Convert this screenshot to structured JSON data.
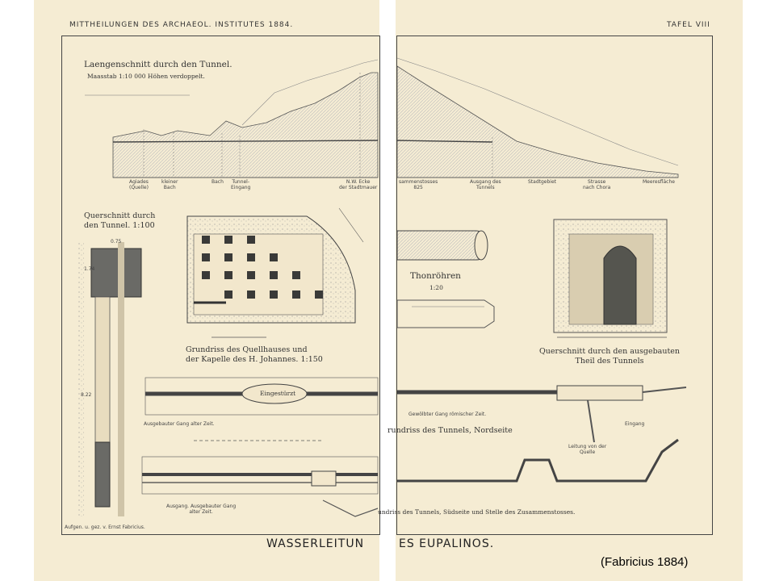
{
  "header": {
    "left": "MITTHEILUNGEN DES ARCHAEOL. INSTITUTES 1884.",
    "right": "TAFEL VIII"
  },
  "section": {
    "title": "Laengenschnitt durch den Tunnel.",
    "scale": "Maasstab 1:10 000 Höhen verdoppelt."
  },
  "profile_labels": [
    {
      "id": "agiades",
      "text": "Agiades\n(Quelle)"
    },
    {
      "id": "kleiner-bach",
      "text": "kleiner\nBach"
    },
    {
      "id": "bach",
      "text": "Bach"
    },
    {
      "id": "tunnel-eingang",
      "text": "Tunnel-\nEingang"
    },
    {
      "id": "nw-ecke",
      "text": "N.W. Ecke\nder Stadtmauer"
    },
    {
      "id": "zusammenstoss",
      "text": "sammenstosses\n825"
    },
    {
      "id": "ausgang",
      "text": "Ausgang des\nTunnels"
    },
    {
      "id": "stadtgebiet",
      "text": "Stadtgebiet"
    },
    {
      "id": "strasse",
      "text": "Strasse\nnach Chora"
    },
    {
      "id": "meeresflaeche",
      "text": "Meeresfläche"
    }
  ],
  "labels": {
    "querschnitt_title": "Querschnitt durch\nden Tunnel. 1:100",
    "quellhaus": "Grundriss des Quellhauses und\nder Kapelle des H. Johannes. 1:150",
    "thonroehren": "Thonröhren",
    "thonroehren_scale": "1:20",
    "querschnitt_ausgebaut": "Querschnitt durch den ausgebauten\nTheil des Tunnels",
    "eingestuerzt": "Eingestürzt",
    "ausgebauter_gang": "Ausgebauter Gang alter Zeit.",
    "gewoelbter_gang": "Gewölbter Gang römischer Zeit.",
    "nordseite": "rundriss des Tunnels, Nordseite",
    "leitung": "Leitung von der\nQuelle",
    "eingang": "Eingang",
    "ausgang_unten": "Ausgang. Ausgebauter Gang\nalter Zeit.",
    "suedseite": "undriss des Tunnels, Südseite und Stelle des Zusammenstosses.",
    "author": "Aufgen. u. gez. v. Ernst Fabricius.",
    "dim_top": "0.75",
    "dim_height": "8.22",
    "dim_small": "1.74"
  },
  "caption": {
    "left": "WASSERLEITUN",
    "right": "ES EUPALINOS."
  },
  "credit": "(Fabricius 1884)"
}
